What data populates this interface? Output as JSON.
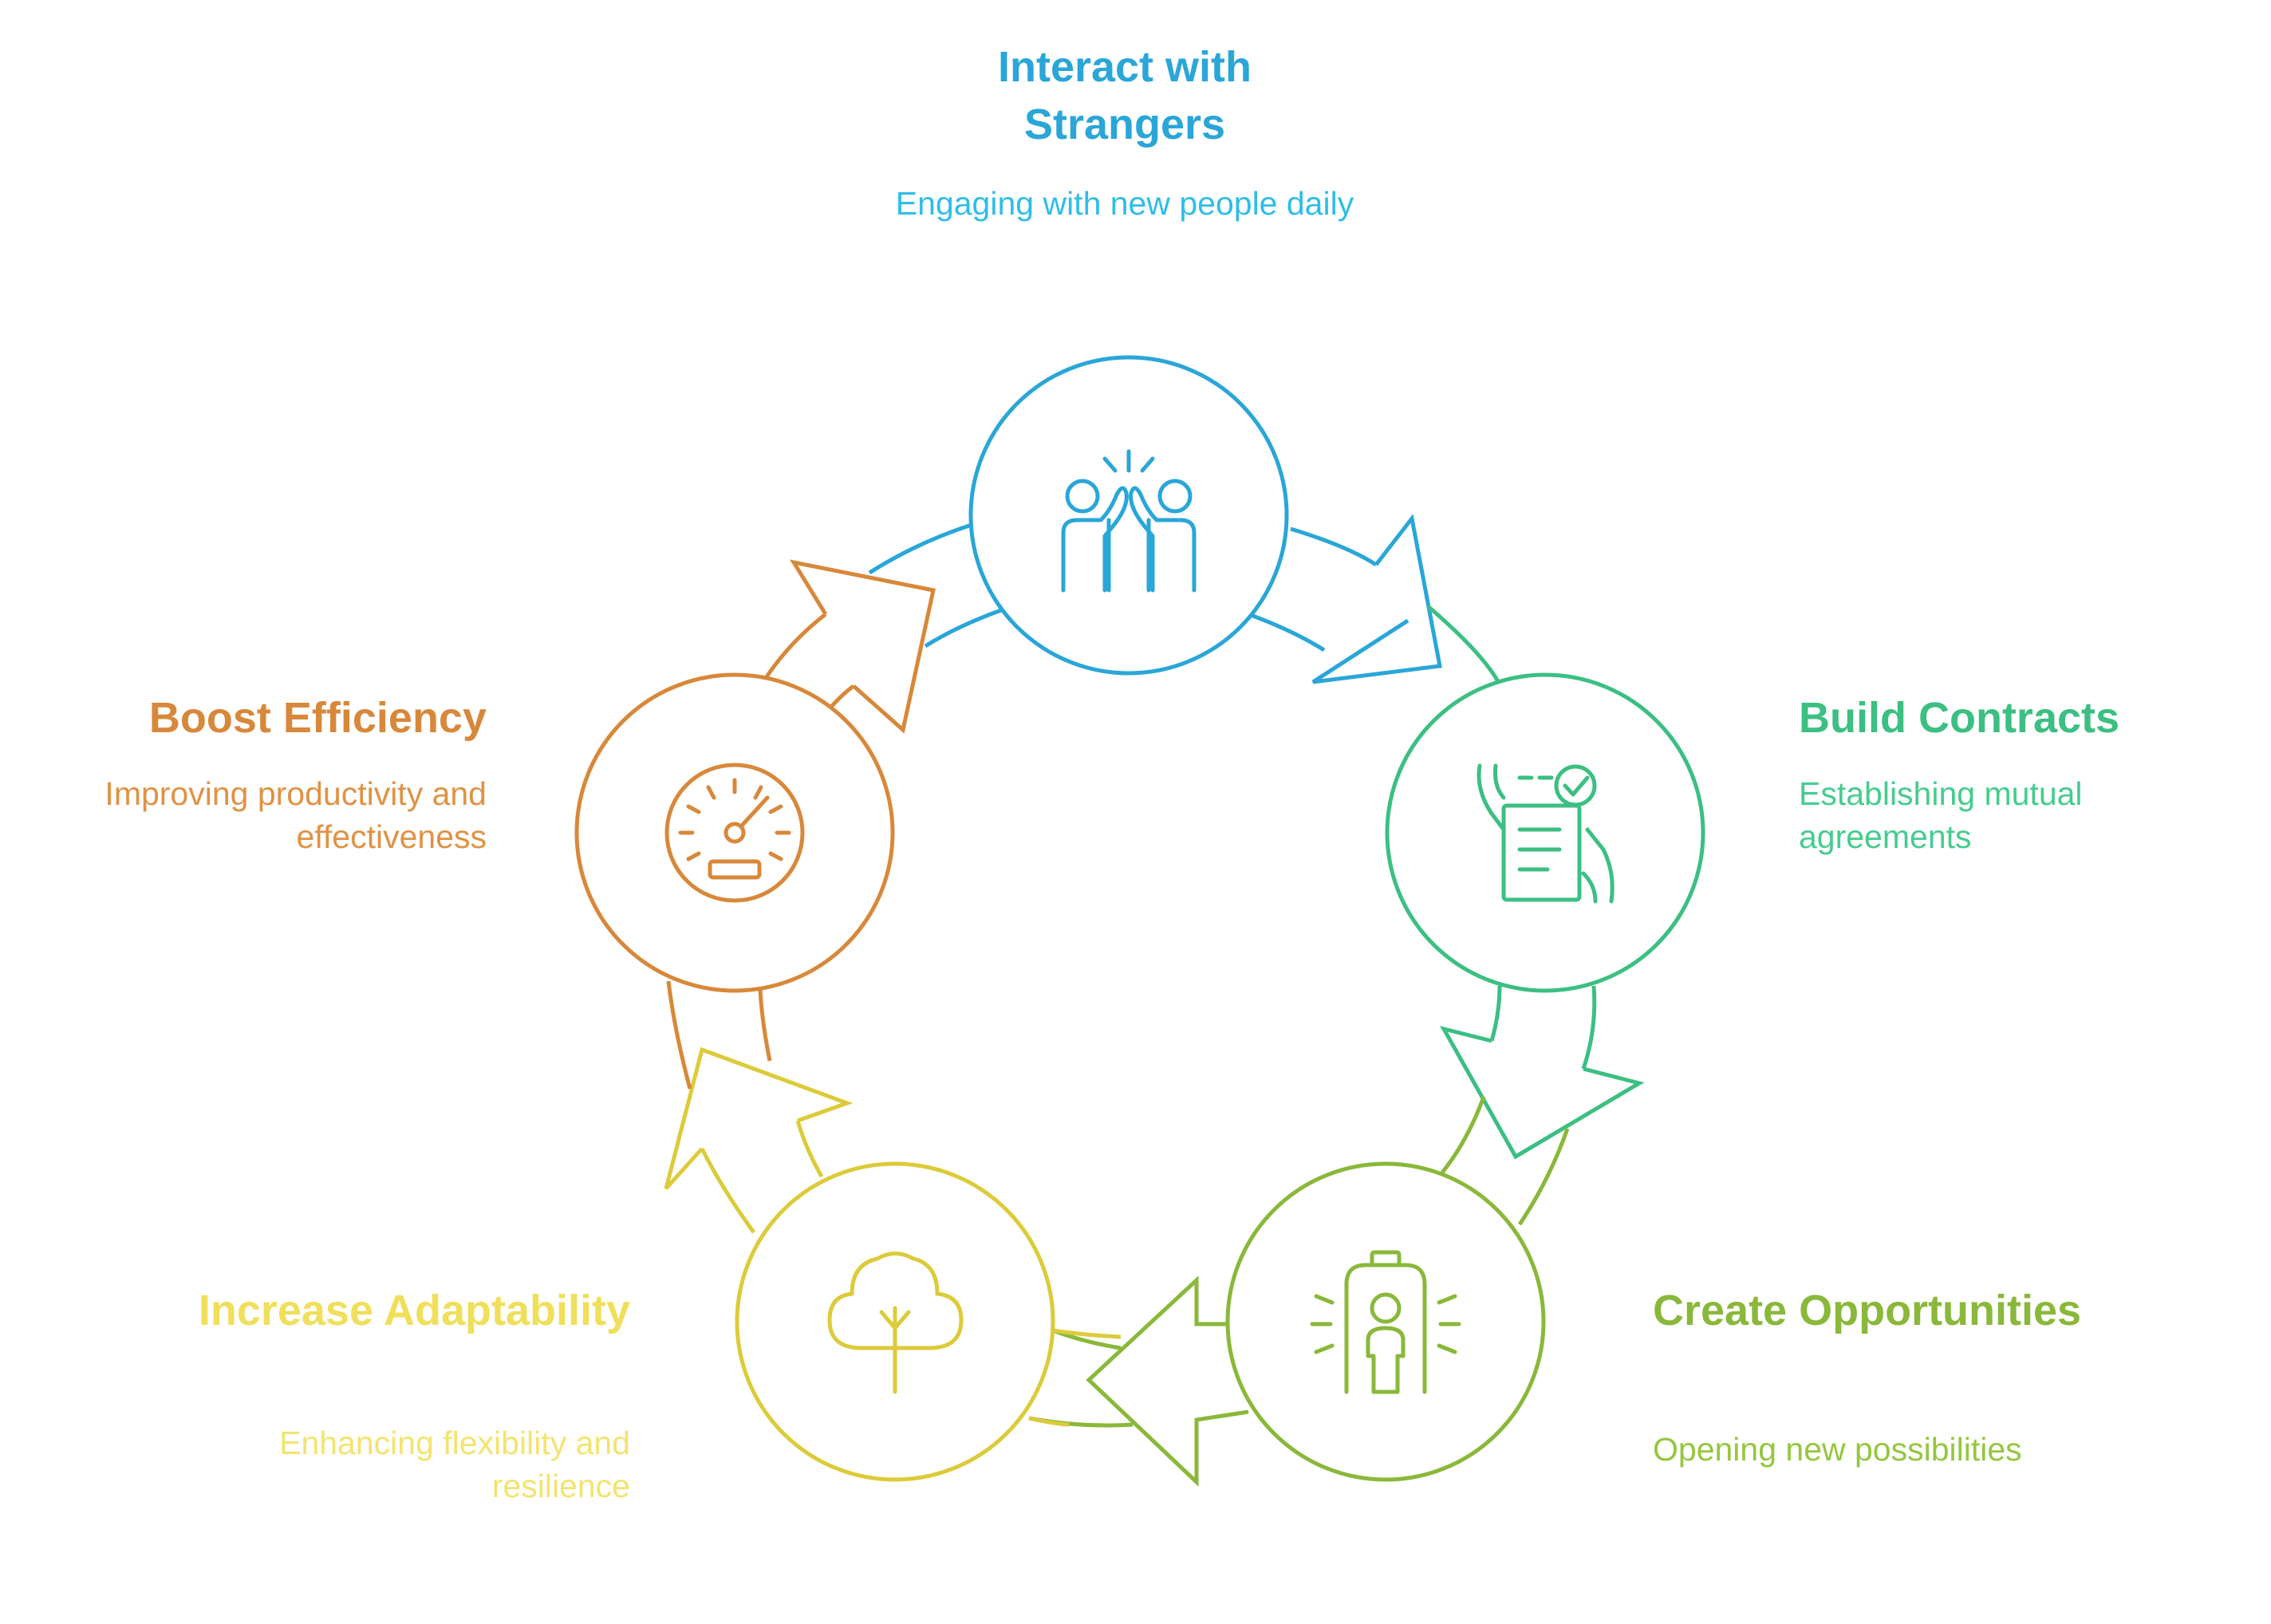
{
  "diagram": {
    "nodes": [
      {
        "key": "interact",
        "title": "Interact with Strangers",
        "description": "Engaging with new people daily",
        "icon": "high-five-icon",
        "title_color": "#2aa6d8",
        "desc_color": "#2fbde8",
        "stroke_color": "#2aa6d8"
      },
      {
        "key": "contracts",
        "title": "Build Contracts",
        "description": "Establishing mutual agreements",
        "icon": "signed-document-icon",
        "title_color": "#3cbf82",
        "desc_color": "#46cc8e",
        "stroke_color": "#3cbf82"
      },
      {
        "key": "opportunities",
        "title": "Create Opportunities",
        "description": "Opening new possibilities",
        "icon": "door-person-icon",
        "title_color": "#8ab83a",
        "desc_color": "#96c63f",
        "stroke_color": "#8ab83a"
      },
      {
        "key": "adaptability",
        "title": "Increase Adaptability",
        "description": "Enhancing flexibility and resilience",
        "icon": "tree-icon",
        "title_color": "#f0df5a",
        "desc_color": "#f2e470",
        "stroke_color": "#dccb3a"
      },
      {
        "key": "efficiency",
        "title": "Boost Efficiency",
        "description": "Improving productivity and effectiveness",
        "icon": "speedometer-icon",
        "title_color": "#d8883a",
        "desc_color": "#e09244",
        "stroke_color": "#d8883a"
      }
    ]
  }
}
